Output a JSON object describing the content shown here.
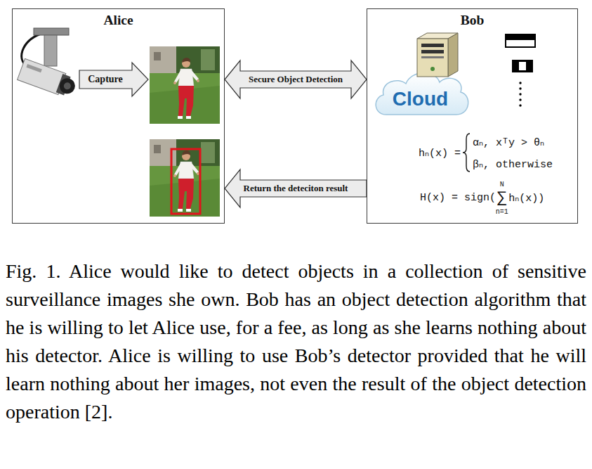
{
  "diagram": {
    "caption": "Fig. 1. Alice would like to detect objects in a collection of sensitive surveillance images she own. Bob has an object detection algorithm that he is willing to let Alice use, for a fee, as long as she learns nothing about his detector. Alice is willing to use Bob’s detector provided that he will learn nothing about her images, not even the result of the object detection operation [2].",
    "nodes": [
      {
        "text": [
          "Alice"
        ]
      },
      {
        "text": [
          "Bob"
        ]
      },
      {
        "text": [
          "Cloud"
        ],
        "in": 1
      }
    ],
    "edges": [
      {
        "from": 0,
        "to": 1,
        "arrow": "both",
        "label": "Secure Object Detection"
      },
      {
        "from": 1,
        "to": 0,
        "arrow": "to",
        "label": "Return the deteciton result"
      }
    ],
    "labels": [
      "Capture",
      "hₙ(x) =",
      "αₙ, xᵀy > θₙ",
      "βₙ, otherwise",
      "H(x) = sign(",
      "∑",
      "N",
      "n=1",
      "hₙ(x))"
    ]
  }
}
